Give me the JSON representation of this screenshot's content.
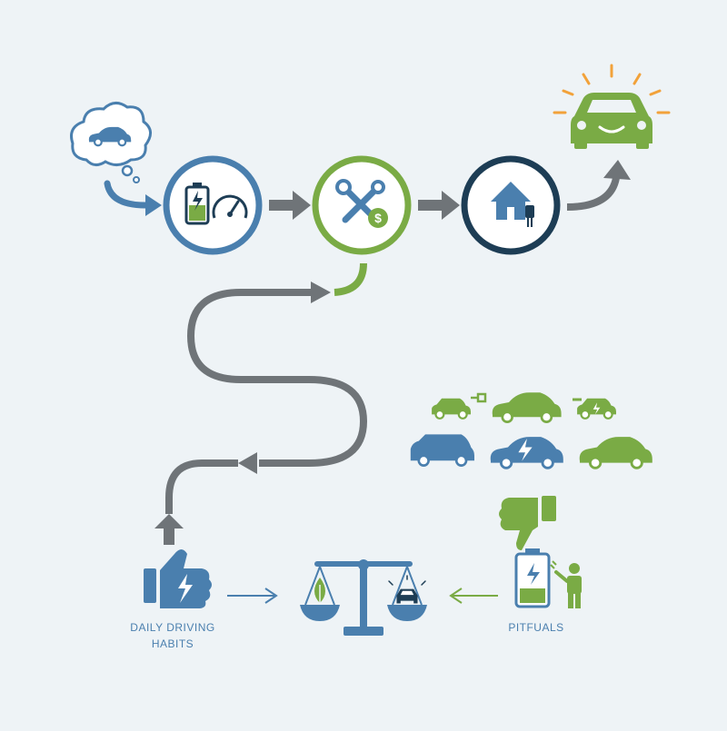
{
  "labels": {
    "daily_driving_habits_line1": "DAILY DRIVING",
    "daily_driving_habits_line2": "HABITS",
    "pitfalls": "PITFUALS"
  },
  "icons": [
    "thought-cloud-car-icon",
    "battery-speedometer-icon",
    "wrench-dollar-icon",
    "home-charger-icon",
    "happy-car-icon",
    "thumbs-up-bolt-icon",
    "balance-scale-icon",
    "thumbs-down-icon",
    "battery-person-icon",
    "car-lineup-icon"
  ],
  "colors": {
    "blue": "#4a7fae",
    "green": "#7aab45",
    "navy": "#1d3d55",
    "gray": "#6f7478",
    "orange": "#f2a23a",
    "background": "#eef3f6"
  }
}
